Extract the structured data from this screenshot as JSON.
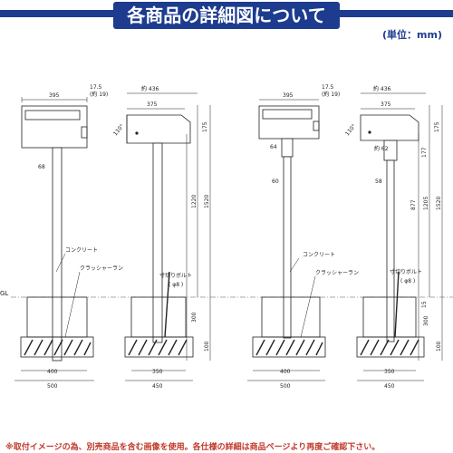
{
  "header": {
    "title": "各商品の詳細図について"
  },
  "unit_note": "(単位：mm)",
  "ground_label": "GL",
  "footnote": "※取付イメージの為、別売商品を含む画像を使用。各仕様の詳細は商品ページより再度ご確認下さい。",
  "figures": [
    {
      "front": {
        "box_width": "395",
        "overhang": "17.5",
        "overhang_sub": "(約 19)",
        "post_width": "68",
        "concrete": "コンクリート",
        "crusher": "クラッシャーラン",
        "base_inner": "400",
        "base_outer": "500"
      },
      "side": {
        "total_depth": "約 436",
        "box_depth": "375",
        "angle": "110°",
        "box_height": "175",
        "h1": "1220",
        "h2": "1520",
        "bolt": "寸切りボルト",
        "bolt_sub": "( φ8 )",
        "embed": "300",
        "gravel": "100",
        "base_inner": "350",
        "base_outer": "450"
      }
    },
    {
      "front": {
        "box_width": "395",
        "overhang": "17.5",
        "overhang_sub": "(約 19)",
        "collar_width": "64",
        "post_width": "60",
        "concrete": "コンクリート",
        "crusher": "クラッシャーラン",
        "base_inner": "400",
        "base_outer": "500"
      },
      "side": {
        "total_depth": "約 436",
        "box_depth": "375",
        "angle": "110°",
        "box_height": "175",
        "collar_width": "約 62",
        "collar_height": "177",
        "post_width": "58",
        "h_upper": "877",
        "h1": "1205",
        "h2": "1520",
        "bolt": "寸切りボルト",
        "bolt_sub": "( φ8 )",
        "gap": "15",
        "embed": "300",
        "gravel": "100",
        "base_inner": "350",
        "base_outer": "450"
      }
    }
  ]
}
